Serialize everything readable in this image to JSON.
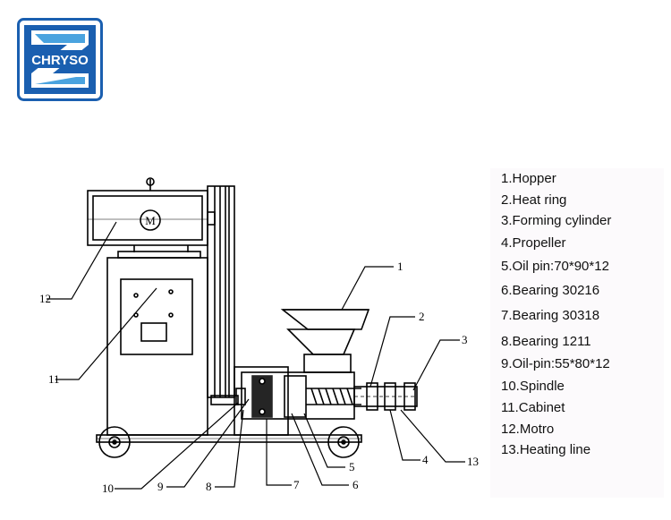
{
  "logo": {
    "text": "CHRYSO",
    "colors": {
      "blue": "#1a5fb0",
      "light": "#4aa3df",
      "white": "#ffffff"
    }
  },
  "diagram": {
    "motor_symbol": "M",
    "callouts": [
      "1",
      "2",
      "3",
      "4",
      "5",
      "6",
      "7",
      "8",
      "9",
      "10",
      "11",
      "12",
      "13"
    ]
  },
  "legend": [
    "1.Hopper",
    "2.Heat ring",
    "3.Forming cylinder",
    "4.Propeller",
    "5.Oil pin:70*90*12",
    "6.Bearing 30216",
    "7.Bearing 30318",
    "8.Bearing 1211",
    "9.Oil-pin:55*80*12",
    "10.Spindle",
    "11.Cabinet",
    "12.Motro",
    "13.Heating line"
  ]
}
